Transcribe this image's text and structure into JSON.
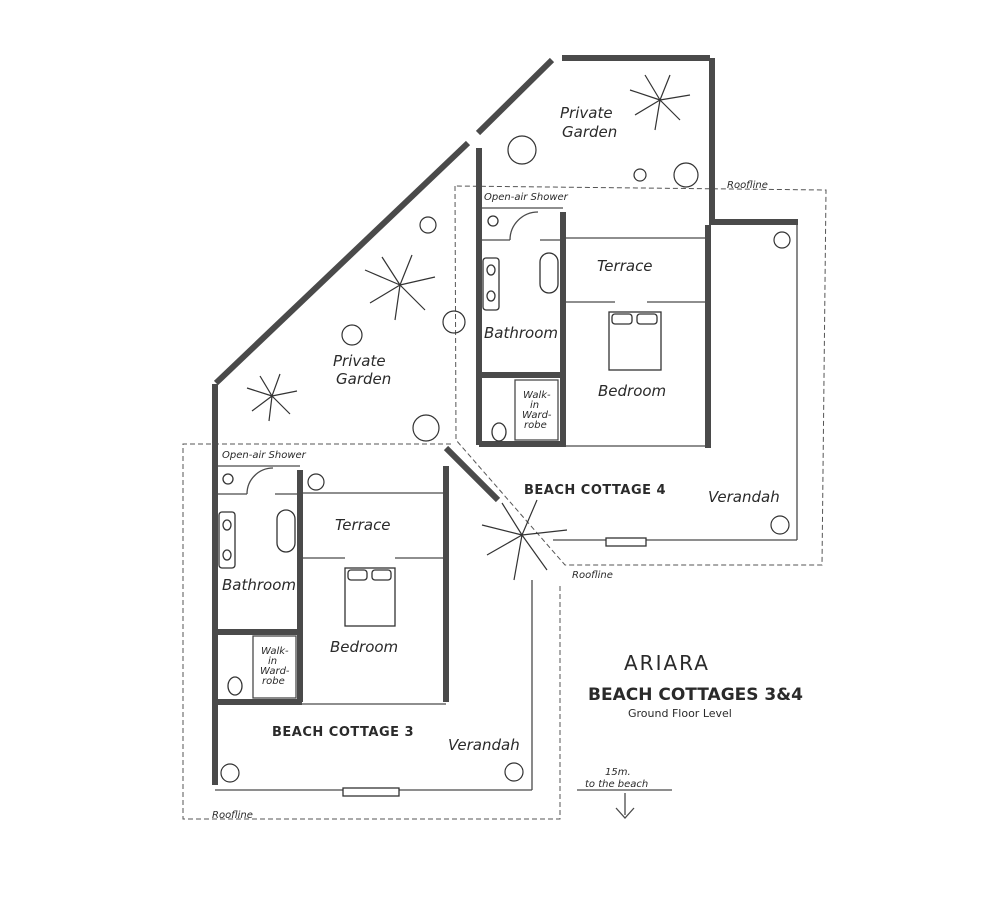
{
  "cottage4": {
    "garden_line1": "Private",
    "garden_line2": "Garden",
    "shower": "Open-air Shower",
    "roofline": "Roofline",
    "terrace": "Terrace",
    "bathroom": "Bathroom",
    "wardrobe_line1": "Walk-",
    "wardrobe_line2": "in",
    "wardrobe_line3": "Ward-",
    "wardrobe_line4": "robe",
    "bedroom": "Bedroom",
    "name": "BEACH COTTAGE 4",
    "verandah": "Verandah",
    "roofline_bottom": "Roofline"
  },
  "cottage3": {
    "garden_line1": "Private",
    "garden_line2": "Garden",
    "shower": "Open-air Shower",
    "terrace": "Terrace",
    "bathroom": "Bathroom",
    "wardrobe_line1": "Walk-",
    "wardrobe_line2": "in",
    "wardrobe_line3": "Ward-",
    "wardrobe_line4": "robe",
    "bedroom": "Bedroom",
    "name": "BEACH COTTAGE 3",
    "verandah": "Verandah",
    "roofline": "Roofline"
  },
  "title": {
    "line1": "ARIARA",
    "line2": "BEACH COTTAGES 3&4",
    "line3": "Ground Floor Level"
  },
  "beach": {
    "distance": "15m.",
    "label": "to the beach"
  }
}
